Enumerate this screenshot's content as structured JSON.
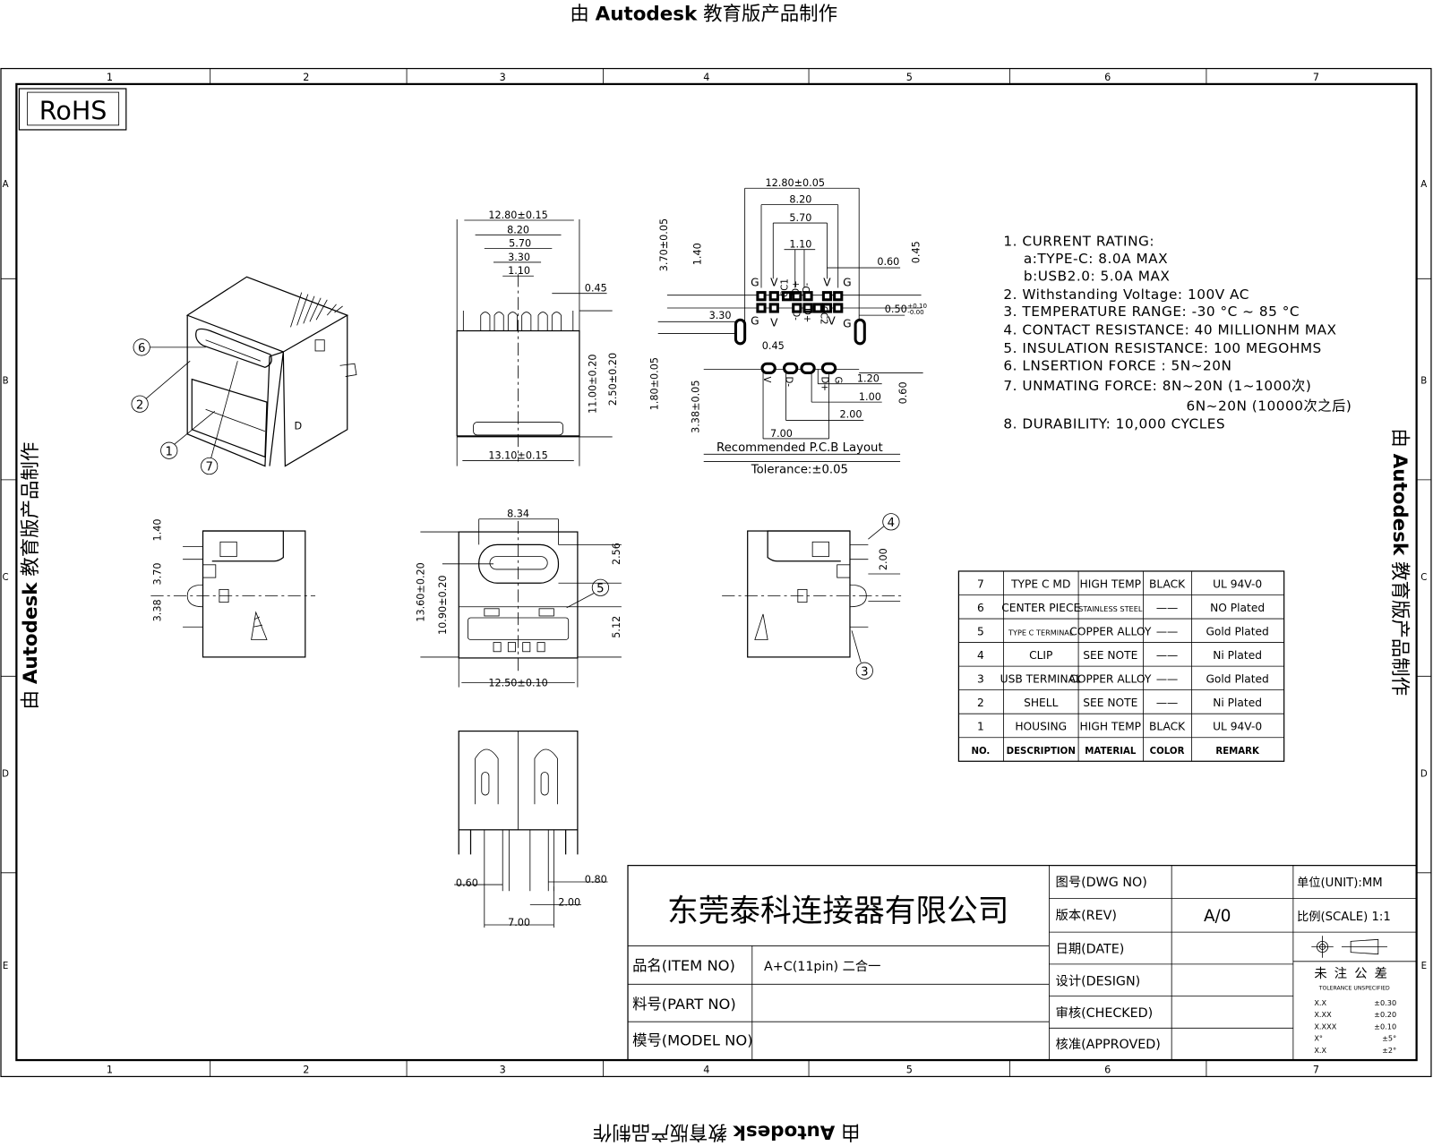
{
  "watermark": {
    "text_prefix": "由 ",
    "brand": "Autodesk",
    "text_suffix": " 教育版产品制作"
  },
  "frame": {
    "columns": [
      "1",
      "2",
      "3",
      "4",
      "5",
      "6",
      "7"
    ],
    "rows": [
      "A",
      "B",
      "C",
      "D",
      "E"
    ]
  },
  "rohs_label": "RoHS",
  "iso_view": {
    "callouts": [
      "6",
      "2",
      "1",
      "7"
    ]
  },
  "front_view": {
    "dims": [
      "12.80±0.15",
      "8.20",
      "5.70",
      "3.30",
      "1.10",
      "0.45",
      "11.00±0.20",
      "2.50±0.20",
      "13.10±0.15"
    ]
  },
  "pcb_layout": {
    "dims": [
      "12.80±0.05",
      "8.20",
      "5.70",
      "1.10",
      "0.60",
      "0.45",
      "3.70±0.05",
      "1.40",
      "0.50",
      "+0.10",
      "-0.00",
      "3.30",
      "0.45",
      "1.80±0.05",
      "3.38±0.05",
      "1.20",
      "1.00",
      "2.00",
      "0.60",
      "7.00"
    ],
    "pins_top": [
      "G",
      "V",
      "CC1",
      "D+",
      "D-",
      "V",
      "G"
    ],
    "pins_bottom": [
      "G",
      "V",
      "D-",
      "D+",
      "CC2",
      "V",
      "G"
    ],
    "pins_usb": [
      "V",
      "D-",
      "D+",
      "G"
    ],
    "title": "Recommended P.C.B Layout",
    "tolerance": "Tolerance:±0.05"
  },
  "side_left": {
    "dims": [
      "1.40",
      "3.70",
      "3.38"
    ]
  },
  "front_bottom": {
    "dims": [
      "8.34",
      "2.56",
      "13.60±0.20",
      "10.90±0.20",
      "5.12",
      "12.50±0.10"
    ],
    "callout": "5"
  },
  "side_right": {
    "dims": [
      "2.00"
    ],
    "callouts": [
      "4",
      "3"
    ]
  },
  "bottom_view": {
    "dims": [
      "0.60",
      "0.80",
      "2.00",
      "7.00"
    ]
  },
  "notes": [
    "1. CURRENT RATING:",
    "a:TYPE-C:  8.0A  MAX",
    "b:USB2.0:       5.0A  MAX",
    "2. Withstanding  Voltage:  100V  AC",
    "3. TEMPERATURE  RANGE:  -30  °C  ~  85  °C",
    "4. CONTACT  RESISTANCE:  40  MILLIONHM  MAX",
    "5. INSULATION  RESISTANCE:  100  MEGOHMS",
    "6. LNSERTION  FORCE  :  5N~20N",
    "7. UNMATING  FORCE:  8N~20N  (1~1000次)",
    "6N~20N  (10000次之后)",
    "8. DURABILITY:    10,000  CYCLES"
  ],
  "bom": {
    "header": [
      "NO.",
      "DESCRIPTION",
      "MATERIAL",
      "COLOR",
      "REMARK"
    ],
    "rows": [
      [
        "7",
        "TYPE C MD",
        "HIGH TEMP",
        "BLACK",
        "UL 94V-0"
      ],
      [
        "6",
        "CENTER PIECE",
        "STAINLESS STEEL",
        "——",
        "NO Plated"
      ],
      [
        "5",
        "TYPE C TERMINAL",
        "COPPER ALLOY",
        "——",
        "Gold Plated"
      ],
      [
        "4",
        "CLIP",
        "SEE NOTE",
        "——",
        "Ni Plated"
      ],
      [
        "3",
        "USB TERMINAL",
        "COPPER ALLOY",
        "——",
        "Gold Plated"
      ],
      [
        "2",
        "SHELL",
        "SEE NOTE",
        "——",
        "Ni Plated"
      ],
      [
        "1",
        "HOUSING",
        "HIGH TEMP",
        "BLACK",
        "UL 94V-0"
      ]
    ]
  },
  "title_block": {
    "company": "东莞泰科连接器有限公司",
    "item_label": "品名(ITEM NO)",
    "item_value": "A+C(11pin) 二合一",
    "part_label": "料号(PART NO)",
    "part_value": "",
    "model_label": "模号(MODEL NO)",
    "model_value": "",
    "dwg_label": "图号(DWG NO)",
    "dwg_value": "",
    "rev_label": "版本(REV)",
    "rev_value": "A/0",
    "date_label": "日期(DATE)",
    "date_value": "",
    "design_label": "设计(DESIGN)",
    "design_value": "",
    "checked_label": "审核(CHECKED)",
    "checked_value": "",
    "approved_label": "核准(APPROVED)",
    "approved_value": "",
    "unit": "单位(UNIT):MM",
    "scale": "比例(SCALE) 1:1",
    "tol_title": "未注公差",
    "tol_subtitle": "TOLERANCE UNSPECIFIED",
    "tolerances": [
      [
        "X.X",
        "±0.30"
      ],
      [
        "X.XX",
        "±0.20"
      ],
      [
        "X.XXX",
        "±0.10"
      ],
      [
        "X°",
        "±5°"
      ],
      [
        "X.X",
        "±2°"
      ]
    ]
  }
}
